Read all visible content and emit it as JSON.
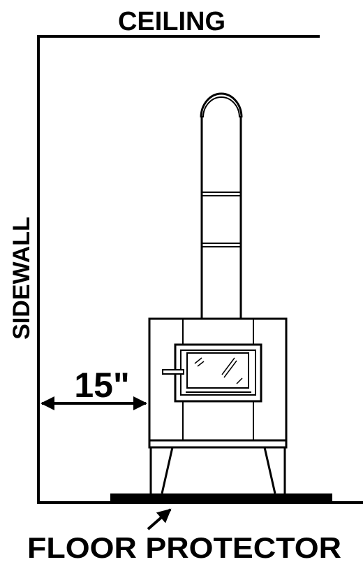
{
  "labels": {
    "ceiling": "CEILING",
    "sidewall": "SIDEWALL",
    "clearance": "15\"",
    "floor_protector": "FLOOR PROTECTOR"
  },
  "colors": {
    "ink": "#000000",
    "paper": "#ffffff"
  }
}
